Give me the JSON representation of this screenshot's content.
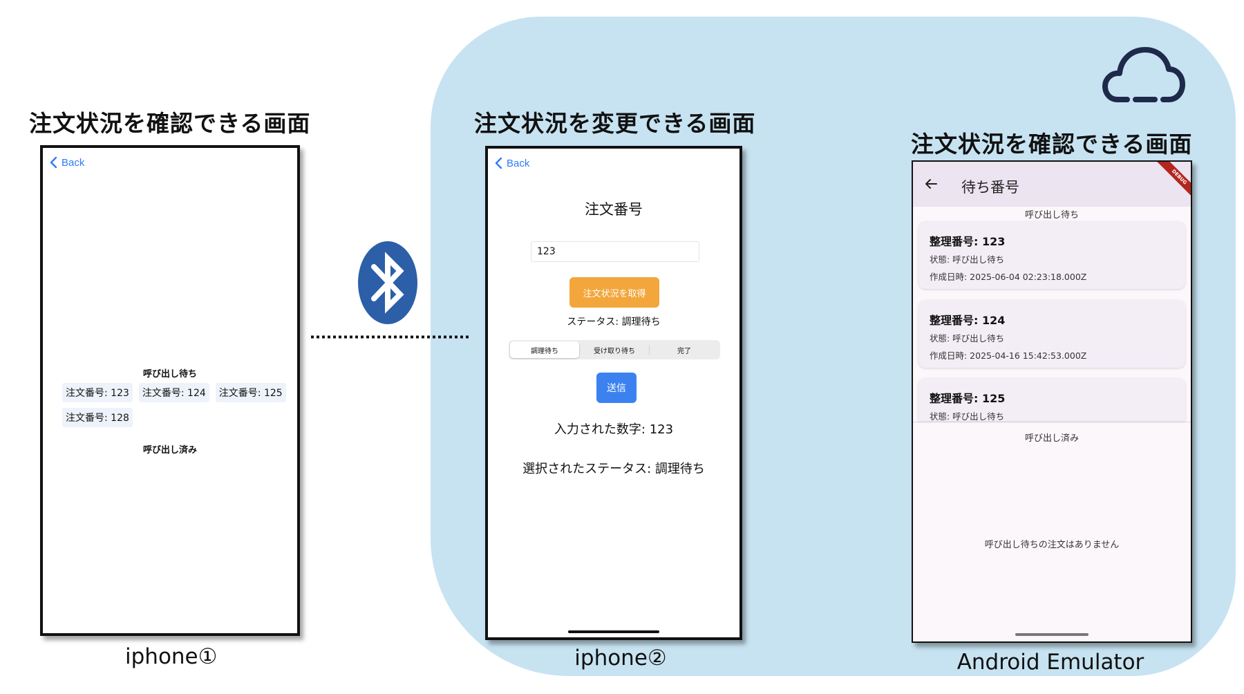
{
  "captions": {
    "left": "注文状況を確認できる画面",
    "middle": "注文状況を変更できる画面",
    "right": "注文状況を確認できる画面"
  },
  "device_labels": {
    "left": "iphone①",
    "middle": "iphone②",
    "right": "Android Emulator"
  },
  "iphone1": {
    "back_label": "Back",
    "waiting_heading": "呼び出し待ち",
    "orders": [
      "注文番号: 123",
      "注文番号: 124",
      "注文番号: 125",
      "注文番号: 128"
    ],
    "called_heading": "呼び出し済み"
  },
  "iphone2": {
    "back_label": "Back",
    "title": "注文番号",
    "input_value": "123",
    "fetch_button": "注文状況を取得",
    "status_text": "ステータス: 調理待ち",
    "segments": [
      "調理待ち",
      "受け取り待ち",
      "完了"
    ],
    "selected_segment": "調理待ち",
    "send_button": "送信",
    "entered_number": "入力された数字: 123",
    "selected_status": "選択されたステータス: 調理待ち"
  },
  "android": {
    "app_title": "待ち番号",
    "debug_banner": "DEBUG",
    "waiting_section": "呼び出し待ち",
    "cards": [
      {
        "number": "整理番号: 123",
        "status": "状態: 呼び出し待ち",
        "created": "作成日時: 2025-06-04 02:23:18.000Z"
      },
      {
        "number": "整理番号: 124",
        "status": "状態: 呼び出し待ち",
        "created": "作成日時: 2025-04-16 15:42:53.000Z"
      },
      {
        "number": "整理番号: 125",
        "status": "状態: 呼び出し待ち",
        "created": ""
      }
    ],
    "called_section": "呼び出し済み",
    "empty_message": "呼び出し待ちの注文はありません"
  },
  "icons": {
    "connection": "bluetooth-icon",
    "cloud": "cloud-icon"
  },
  "colors": {
    "cloud_background": "#c7e3f2",
    "bluetooth": "#2c5fa8",
    "ios_link": "#2f7bf6",
    "fetch_button": "#f3a63b",
    "send_button": "#3b82f0",
    "android_appbar": "#ece4f1"
  }
}
